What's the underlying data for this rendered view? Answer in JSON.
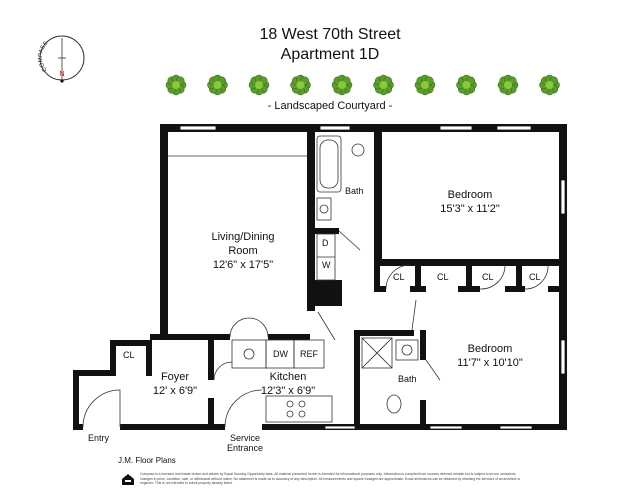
{
  "header": {
    "title_line1": "18 West 70th Street",
    "title_line2": "Apartment 1D",
    "courtyard_label": "- Landscaped Courtyard -"
  },
  "compass": {
    "label": "COMPASS",
    "north": "N",
    "north_color": "#cc0000"
  },
  "rooms": {
    "living": {
      "name_line1": "Living/Dining",
      "name_line2": "Room",
      "dims": "12'6\" x 17'5\""
    },
    "bedroom1": {
      "name": "Bedroom",
      "dims": "15'3\" x 11'2\""
    },
    "bedroom2": {
      "name": "Bedroom",
      "dims": "11'7\" x 10'10\""
    },
    "foyer": {
      "name": "Foyer",
      "dims": "12' x 6'9\""
    },
    "kitchen": {
      "name": "Kitchen",
      "dims": "12'3\" x 6'9\""
    },
    "bath1": "Bath",
    "bath2": "Bath",
    "closet": "CL",
    "dw": "DW",
    "ref": "REF",
    "washer": "W",
    "dryer": "D"
  },
  "entries": {
    "entry": "Entry",
    "service_line1": "Service",
    "service_line2": "Entrance"
  },
  "footer": {
    "credit": "J.M. Floor Plans",
    "equal_housing_icon": "equal-housing-icon",
    "disclaimer": "Compass is a licensed real estate broker and abides by Equal Housing Opportunity laws. All material presented herein is intended for informational purposes only. Information is compiled from sources deemed reliable but is subject to errors, omissions, changes in price, condition, sale, or withdrawal without notice. No statement is made as to accuracy of any description. All measurements and square footages are approximate. Exact dimensions can be obtained by retaining the services of an architect or engineer. This is not intended to solicit property already listed."
  },
  "colors": {
    "wall": "#111111",
    "tree": "#5a9e2a"
  }
}
